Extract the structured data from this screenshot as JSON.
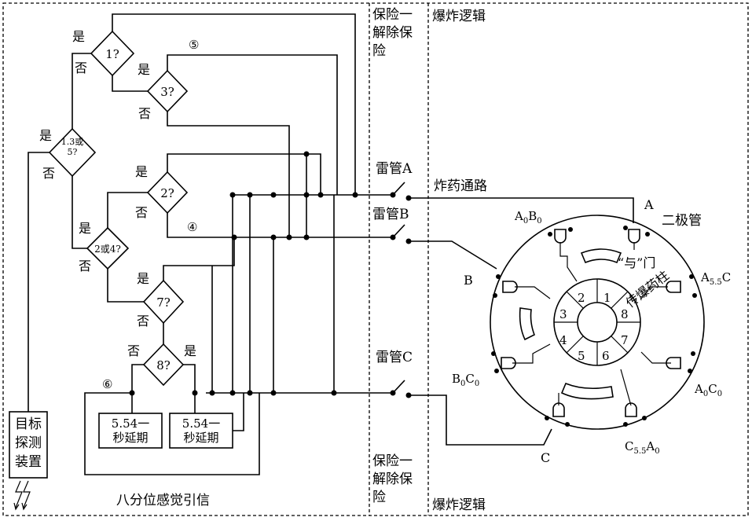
{
  "panels": {
    "sensor_title": "八分位感觉引信",
    "safety_top": "保险一解除保险",
    "safety_bottom": "保险一解除保险",
    "logic_top": "爆炸逻辑",
    "logic_bottom": "爆炸逻辑"
  },
  "decisions": {
    "d1": "1?",
    "d3": "3?",
    "d135": "1.3或5?",
    "d2": "2?",
    "d24": "2或4?",
    "d7": "7?",
    "d8": "8?"
  },
  "branch_labels": {
    "yes": "是",
    "no": "否"
  },
  "circled": {
    "c5": "⑤",
    "c4": "④",
    "c6": "⑥"
  },
  "delays": {
    "left": "5.54一秒延期",
    "right": "5.54一秒延期"
  },
  "target_device": "目标探测装置",
  "detonators": {
    "a": "雷管A",
    "b": "雷管B",
    "c": "雷管C"
  },
  "explosive_path": "炸药通路",
  "diode": "二极管",
  "and_gate": "“与”门",
  "booster": "传爆药柱",
  "line_labels": {
    "a": "A",
    "b": "B",
    "c": "C"
  },
  "gate_labels": {
    "a0b0": "A0B0",
    "a55c": "A5.5C",
    "b0c0": "B0C0",
    "a0c0": "A0C0",
    "c55a0": "C5.5A0"
  },
  "segments": [
    "1",
    "2",
    "3",
    "4",
    "5",
    "6",
    "7",
    "8"
  ]
}
